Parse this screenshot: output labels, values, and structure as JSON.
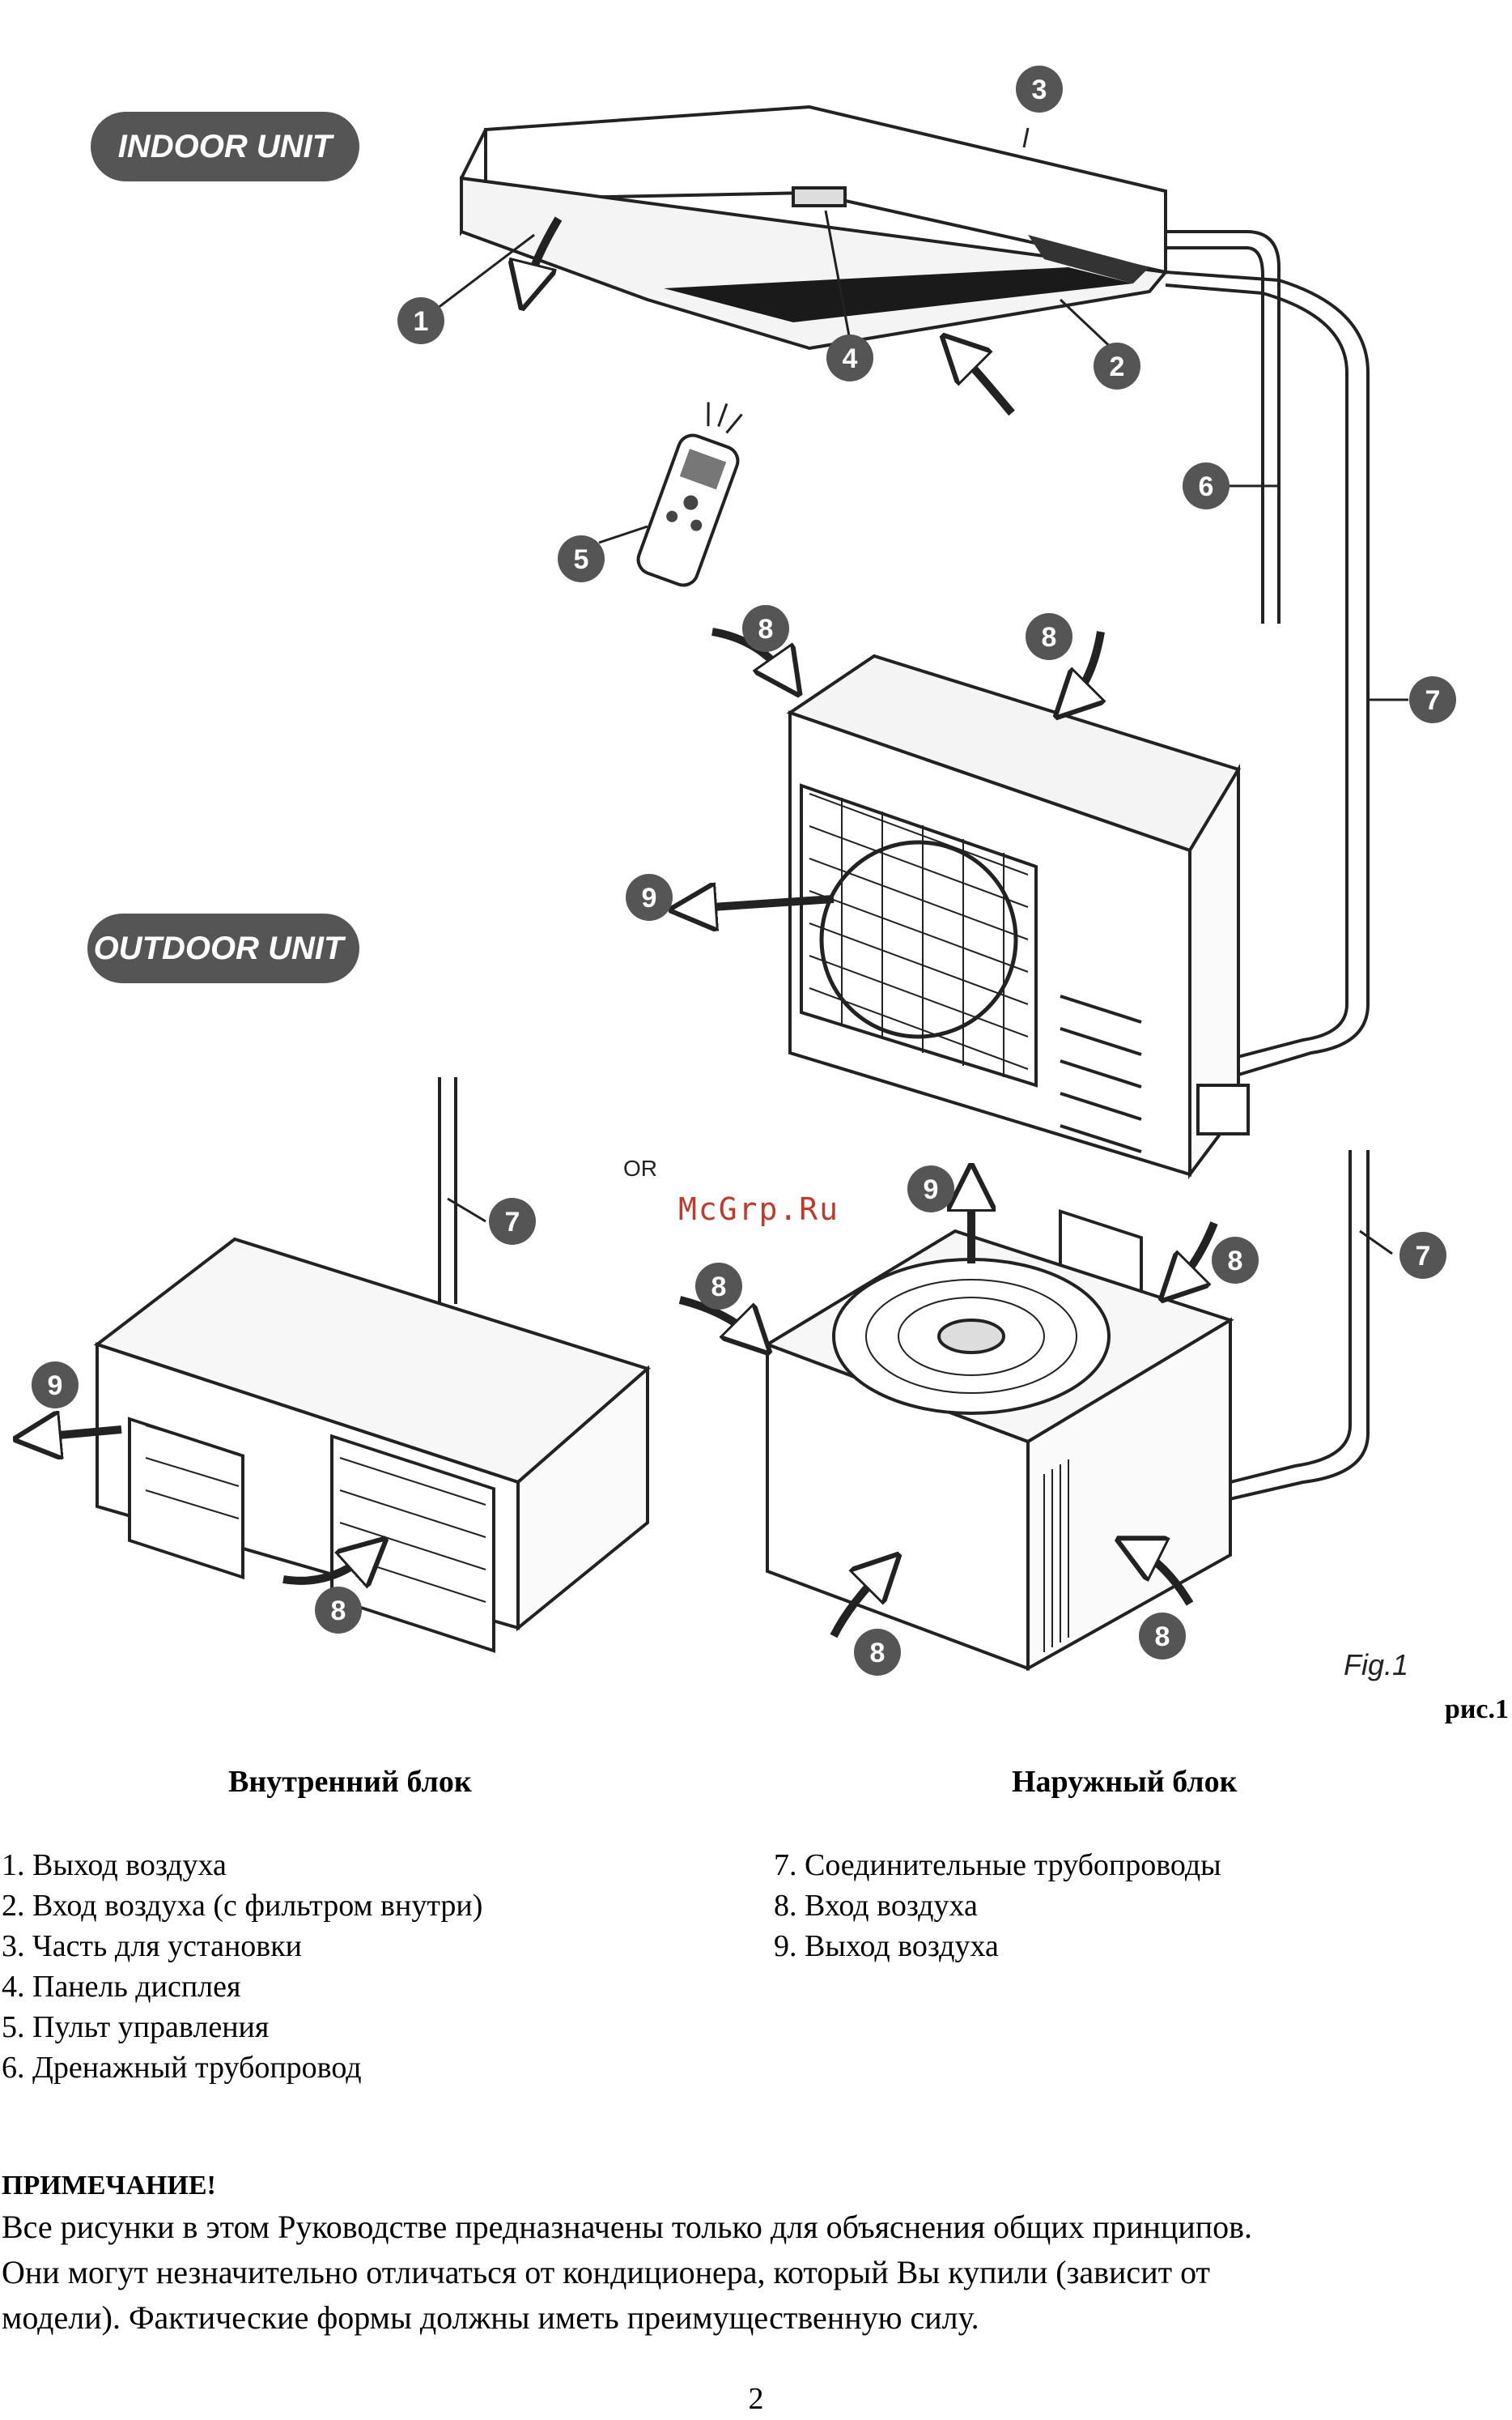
{
  "figure": {
    "indoor_label": "INDOOR UNIT",
    "outdoor_label": "OUTDOOR UNIT",
    "or_label": "OR",
    "watermark": "McGrp.Ru",
    "fig_label": "Fig.1",
    "callouts": [
      "1",
      "2",
      "3",
      "4",
      "5",
      "6",
      "7",
      "8",
      "9"
    ]
  },
  "caption": "рис.1",
  "columns": {
    "indoor": {
      "title": "Внутренний блок",
      "items": [
        "1. Выход воздуха",
        "2. Вход воздуха (с фильтром внутри)",
        "3. Часть для установки",
        "4. Панель дисплея",
        "5. Пульт управления",
        "6. Дренажный трубопровод"
      ]
    },
    "outdoor": {
      "title": "Наружный блок",
      "items": [
        "7. Соединительные трубопроводы",
        "8. Вход воздуха",
        "9. Выход воздуха"
      ]
    }
  },
  "note": {
    "title": "ПРИМЕЧАНИЕ!",
    "lines": [
      "Все рисунки в этом Руководстве предназначены только для объяснения общих принципов.",
      "Они могут незначительно отличаться от кондиционера, который Вы купили (зависит от",
      "модели). Фактические формы должны иметь преимущественную силу."
    ]
  },
  "page_number": "2"
}
